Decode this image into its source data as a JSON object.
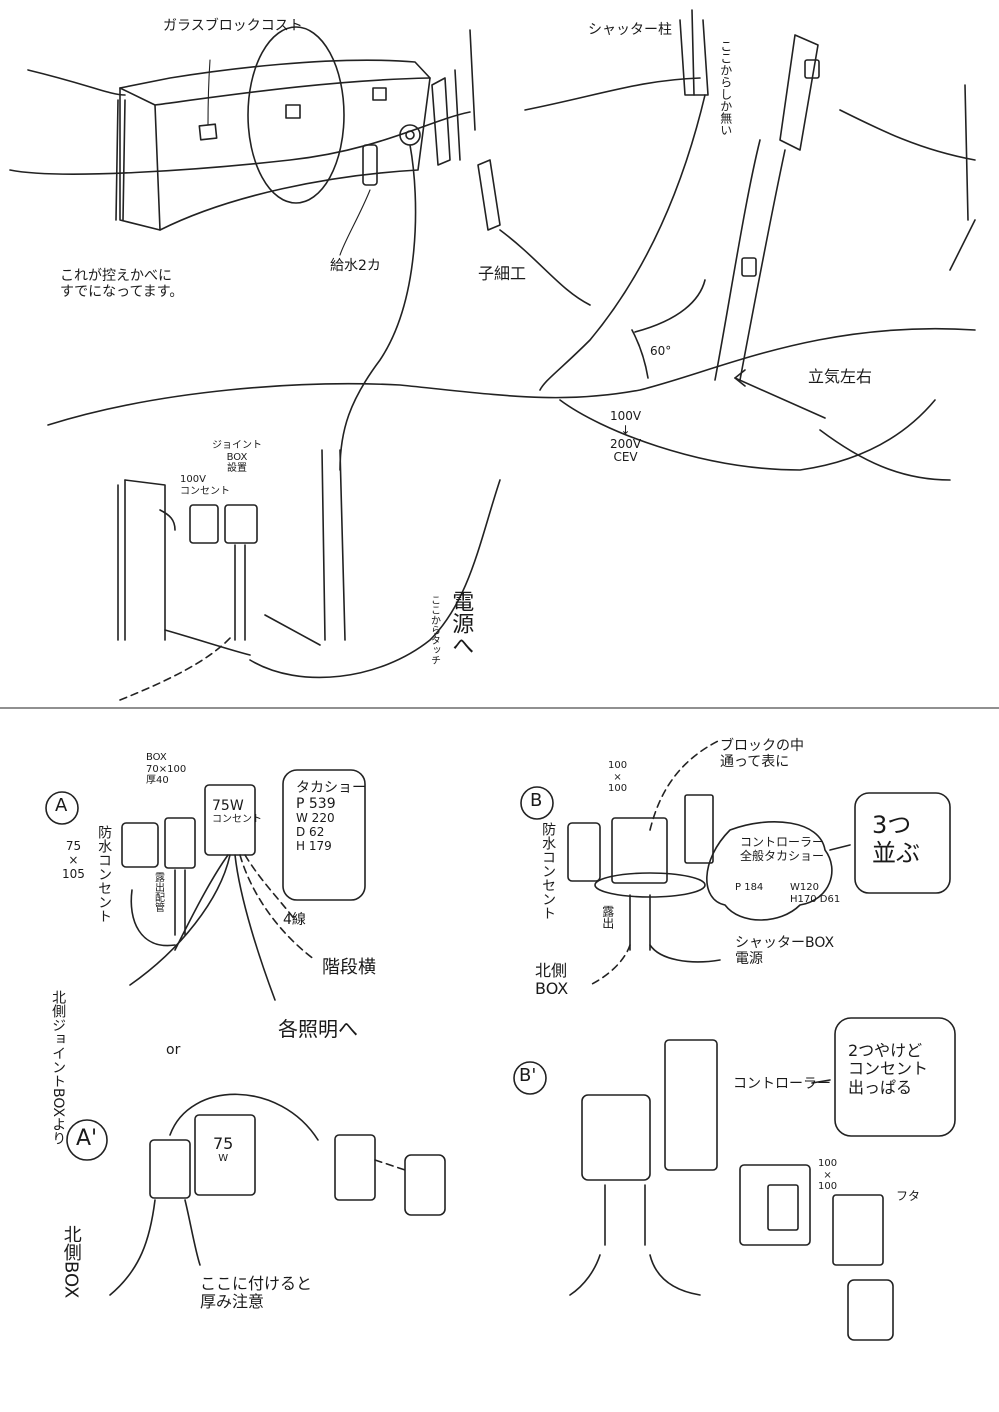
{
  "top": {
    "glass_block_cost": "ガラスブロックコスト",
    "shutter_post": "シャッター柱",
    "hinge_note": "ここからしか無い",
    "handrail_note": [
      "これが控えかべに",
      "すでになってます。"
    ],
    "water_supply": "給水2カ",
    "lattice": "子細工",
    "angle": "60°",
    "voltage": [
      "100V",
      "↓",
      "200V",
      "CEV"
    ],
    "distance": "立気左右",
    "joint_box_label": [
      "ジョイント",
      "BOX",
      "設置"
    ],
    "outlet_100v": [
      "100V",
      "コンセント"
    ],
    "power_supply_note": "電源へ",
    "power_supply_sub": "ここからタッチ"
  },
  "a_section": {
    "marker": "A",
    "box_spec": [
      "BOX",
      "70×100",
      "厚40"
    ],
    "outlet_size": [
      "75",
      "×",
      "105"
    ],
    "outlet_label": "防水コンセント",
    "exposed_pipe": "露出配管",
    "breaker": [
      "75W",
      "コンセント"
    ],
    "tajima": [
      "タカショー",
      "P 539",
      "W 220",
      "D 62",
      "H 179"
    ],
    "wire_4": "4線",
    "stairs": "階段横",
    "each_light": "各照明へ",
    "north_joint": "北側ジョイントBOXより",
    "or": "or"
  },
  "a_prime": {
    "marker": "A'",
    "breaker": [
      "75",
      "W"
    ],
    "north_box": "北側BOX",
    "thickness_note": [
      "ここに付けると",
      "厚み注意"
    ]
  },
  "b_section": {
    "marker": "B",
    "dim": [
      "100",
      "×",
      "100"
    ],
    "block_note": [
      "ブロックの中",
      "通って表に"
    ],
    "outlet_label": "防水コンセント",
    "controller": [
      "コントローラー",
      "全般タカショー"
    ],
    "controller_spec": [
      "P 184",
      "W120",
      "H170 D61"
    ],
    "three_row": [
      "3つ",
      "並ぶ"
    ],
    "exposed": "露出",
    "north_box": [
      "北側",
      "BOX"
    ],
    "shutter_box": [
      "シャッターBOX",
      "電源"
    ]
  },
  "b_prime": {
    "marker": "B'",
    "controller": "コントローラー",
    "note": [
      "2つやけど",
      "コンセント",
      "出っぱる"
    ],
    "dim": [
      "100",
      "×",
      "100"
    ],
    "lid": "フタ"
  }
}
